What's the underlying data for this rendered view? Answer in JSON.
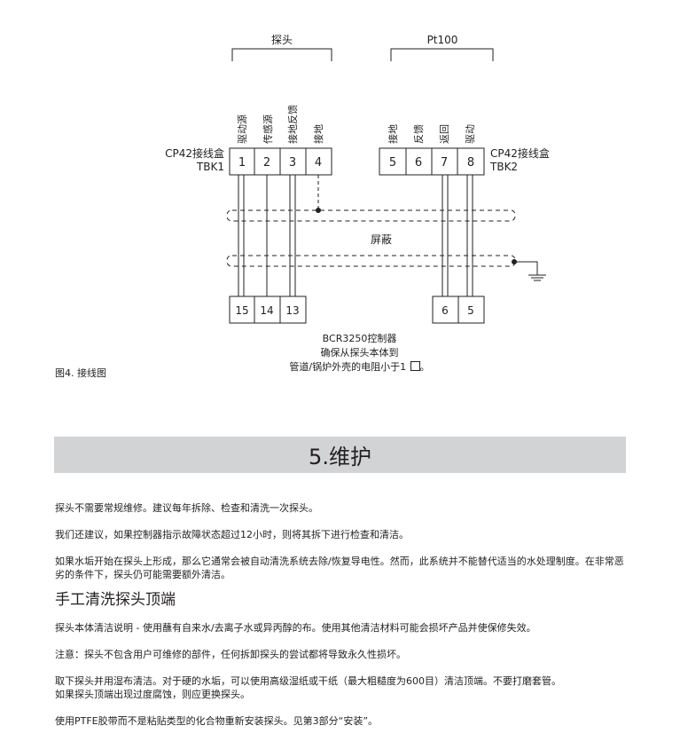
{
  "diagram": {
    "probe_header": "探头",
    "pt100_header": "Pt100",
    "box_left_name": "CP42接线盒",
    "box_left_id": "TBK1",
    "box_right_name": "CP42接线盒",
    "box_right_id": "TBK2",
    "terminal_labels_left": [
      "驱动源",
      "传感源",
      "接地反馈",
      "接地"
    ],
    "terminal_labels_right": [
      "接地",
      "反馈",
      "返回",
      "驱动"
    ],
    "terminals_left": [
      "1",
      "2",
      "3",
      "4"
    ],
    "terminals_right": [
      "5",
      "6",
      "7",
      "8"
    ],
    "shield_label": "屏蔽",
    "controller_terminals_left": [
      "15",
      "14",
      "13"
    ],
    "controller_terminals_right": [
      "6",
      "5"
    ]
  },
  "figure": {
    "caption": "图4. 接线图",
    "note_line1": "BCR3250控制器",
    "note_line2": "确保从探头本体到",
    "note_line3": "管道/锅炉外壳的电阻小于1"
  },
  "section": {
    "title": "5.维护",
    "para1": "探头不需要常规维修。建议每年拆除、检查和清洗一次探头。",
    "para2": "我们还建议，如果控制器指示故障状态超过12小时，则将其拆下进行检查和清洁。",
    "para3": "如果水垢开始在探头上形成，那么它通常会被自动清洗系统去除/恢复导电性。然而，此系统并不能替代适当的水处理制度。在非常恶劣的条件下，探头仍可能需要额外清洁。",
    "subheading": "手工清洗探头顶端",
    "para4": "探头本体清洁说明 - 使用蘸有自来水/去离子水或异丙醇的布。使用其他清洁材料可能会损坏产品并使保修失效。",
    "para5": "注意：探头不包含用户可维修的部件，任何拆卸探头的尝试都将导致永久性损坏。",
    "para6a": "取下探头并用湿布清洁。对于硬的水垢，可以使用高级湿纸或干纸（最大粗糙度为600目）清洁顶端。不要打磨套管。",
    "para6b": "如果探头顶端出现过度腐蚀，则应更换探头。",
    "para7": "使用PTFE胶带而不是粘贴类型的化合物重新安装探头。见第3部分“安装”。"
  }
}
